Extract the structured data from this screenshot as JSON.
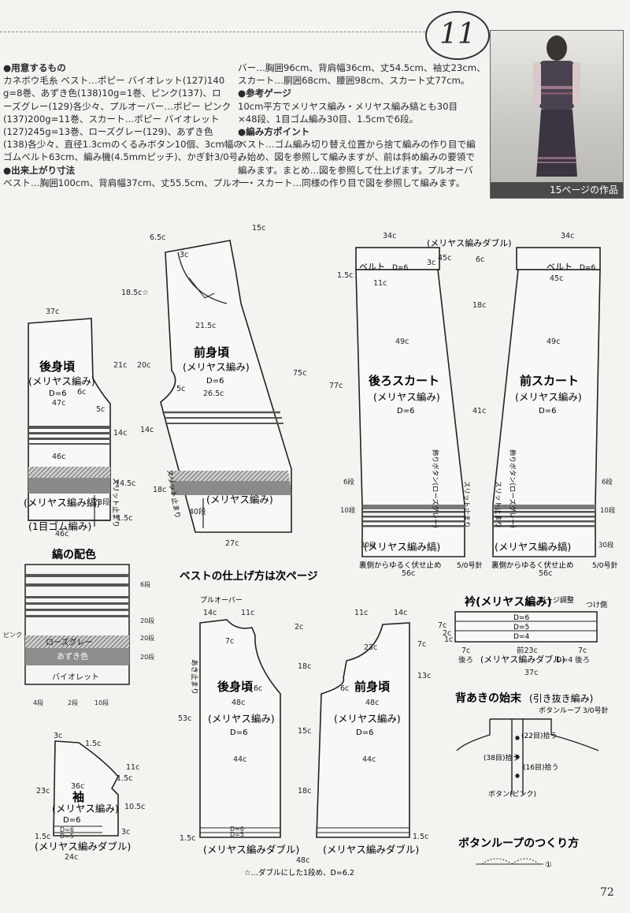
{
  "header": {
    "pattern_number": "11"
  },
  "photo": {
    "caption": "15ページの作品"
  },
  "instructions": {
    "left_lines": [
      "●用意するもの",
      "カネボウ毛糸 ベスト…ポピー バイオレット(127)140",
      "g=8巻、あずき色(138)10g=1巻、ピンク(137)、ロ",
      "ーズグレー(129)各少々、プルオーバー…ポピー ピンク",
      "(137)200g=11巻、スカート…ポピー バイオレット",
      "(127)245g=13巻、ローズグレー(129)、あずき色",
      "(138)各少々、直径1.3cmのくるみボタン10個、3cm幅の",
      "ゴムベルト63cm、編み機(4.5mmピッチ)、かぎ針3/0号。",
      "●出来上がり寸法",
      "ベスト…胸囲100cm、背肩幅37cm、丈55.5cm、プルオー"
    ],
    "right_lines": [
      "バー…胸囲96cm、背肩幅36cm、丈54.5cm、袖丈23cm、",
      "スカート…胴囲68cm、腰囲98cm、スカート丈77cm。",
      "●参考ゲージ",
      "10cm平方でメリヤス編み・メリヤス編み縞とも30目",
      "×48段、1目ゴム編み30目、1.5cmで6段。",
      "●編み方ポイント",
      "ベスト…ゴム編み切り替え位置から捨て編みの作り目で編",
      "み始め、図を参照して編みますが、前は斜め編みの要領で",
      "編みます。まとめ…図を参照して仕上げます。プルオーバ",
      "ー・スカート…同様の作り目で図を参照して編みます。"
    ]
  },
  "diagrams": {
    "vest_back": {
      "title": "後身頃",
      "stitch": "(メリヤス編み)",
      "d": "D=6",
      "stripe": "(メリヤス編み縞)",
      "rib": "(1目ゴム編み)",
      "dims": [
        "37c",
        "21c",
        "14c",
        "14.5c",
        "1.5c",
        "46c",
        "47c",
        "46c",
        "5c",
        "6c",
        "23段",
        "スリット止まり"
      ]
    },
    "vest_front": {
      "title": "前身頃",
      "stitch": "(メリヤス編み)",
      "d": "D=6",
      "stripe": "(メリヤス編み)",
      "dims": [
        "6.5c",
        "15c",
        "3c",
        "18.5c☆",
        "21.5c",
        "75c",
        "20c",
        "14c",
        "18c",
        "5c",
        "26.5c",
        "27c",
        "40段",
        "スリット止まり"
      ]
    },
    "stripe_colors": {
      "title": "縞の配色",
      "colors": [
        "ローズグレー",
        "あずき色",
        "バイオレット"
      ],
      "side_label": "ピンク",
      "rows": [
        "6段",
        "20段",
        "20段",
        "20段"
      ],
      "legend": [
        "4段",
        "2段",
        "10段"
      ]
    },
    "sleeve": {
      "title": "袖",
      "stitch": "(メリヤス編み)",
      "d": "D=6",
      "hem": "(メリヤス編みダブル)",
      "dims": [
        "3c",
        "1.5c",
        "11c",
        "1.5c",
        "36c",
        "23c",
        "10.5c",
        "3c",
        "1.5c",
        "24c",
        "D=6",
        "D=5"
      ]
    },
    "vest_note": "ベストの仕上げ方は次ページ",
    "pullover": {
      "label": "プルオーバー",
      "back_title": "後身頃",
      "front_title": "前身頃",
      "stitch": "(メリヤス編み)",
      "d": "D=6",
      "hem": "(メリヤス編みダブル)",
      "dims": [
        "14c",
        "11c",
        "11c",
        "14c",
        "2c",
        "7c",
        "23c",
        "7c",
        "あき止まり",
        "6c",
        "48c",
        "53c",
        "44c",
        "18c",
        "15c",
        "18c",
        "13c",
        "1.5c",
        "48c",
        "1.5c",
        "D=6",
        "D=5"
      ],
      "footnote": "☆…ダブルにした1段め、D=6.2"
    },
    "skirt": {
      "back_title": "後ろスカート",
      "front_title": "前スカート",
      "stitch": "(メリヤス編み)",
      "d": "D=6",
      "belt": "ベルト",
      "belt_d": "D=6",
      "top_label": "(メリヤス編みダブル)",
      "stripe": "(メリヤス編み縞)",
      "hem_note": "裏側からゆるく伏せ止め",
      "needle": "5/0号針",
      "button_note": "飾りボタン(ローズグレー)",
      "slit": "スリット止まり",
      "dims": [
        "34c",
        "34c",
        "6c",
        "1.5c",
        "3c",
        "45c",
        "11c",
        "45c",
        "18c",
        "49c",
        "49c",
        "77c",
        "41c",
        "6段",
        "10段",
        "30段",
        "56c",
        "56c",
        "6段",
        "10段",
        "30段"
      ]
    },
    "collar": {
      "title": "衿(メリヤス編み)",
      "gauge": "ゲージ調整",
      "attach": "つけ側",
      "rows": [
        "D=6",
        "D=5",
        "D=4"
      ],
      "dims": [
        "7c",
        "2c",
        "1c",
        "前23c",
        "7c",
        "後ろ",
        "後ろ",
        "37c",
        "D=4"
      ],
      "hem": "(メリヤス編みダブル)"
    },
    "back_opening": {
      "title": "背あきの始末",
      "sub": "(引き抜き編み)",
      "loop": "ボタンループ",
      "needle": "3/0号針",
      "p1": "(22目)拾う",
      "p2": "(38目)拾う",
      "p3": "(16目)拾う",
      "button": "ボタン(ピンク)"
    },
    "button_loop": {
      "title": "ボタンループのつくり方",
      "mark": "①"
    }
  },
  "footer": {
    "page": "72"
  }
}
